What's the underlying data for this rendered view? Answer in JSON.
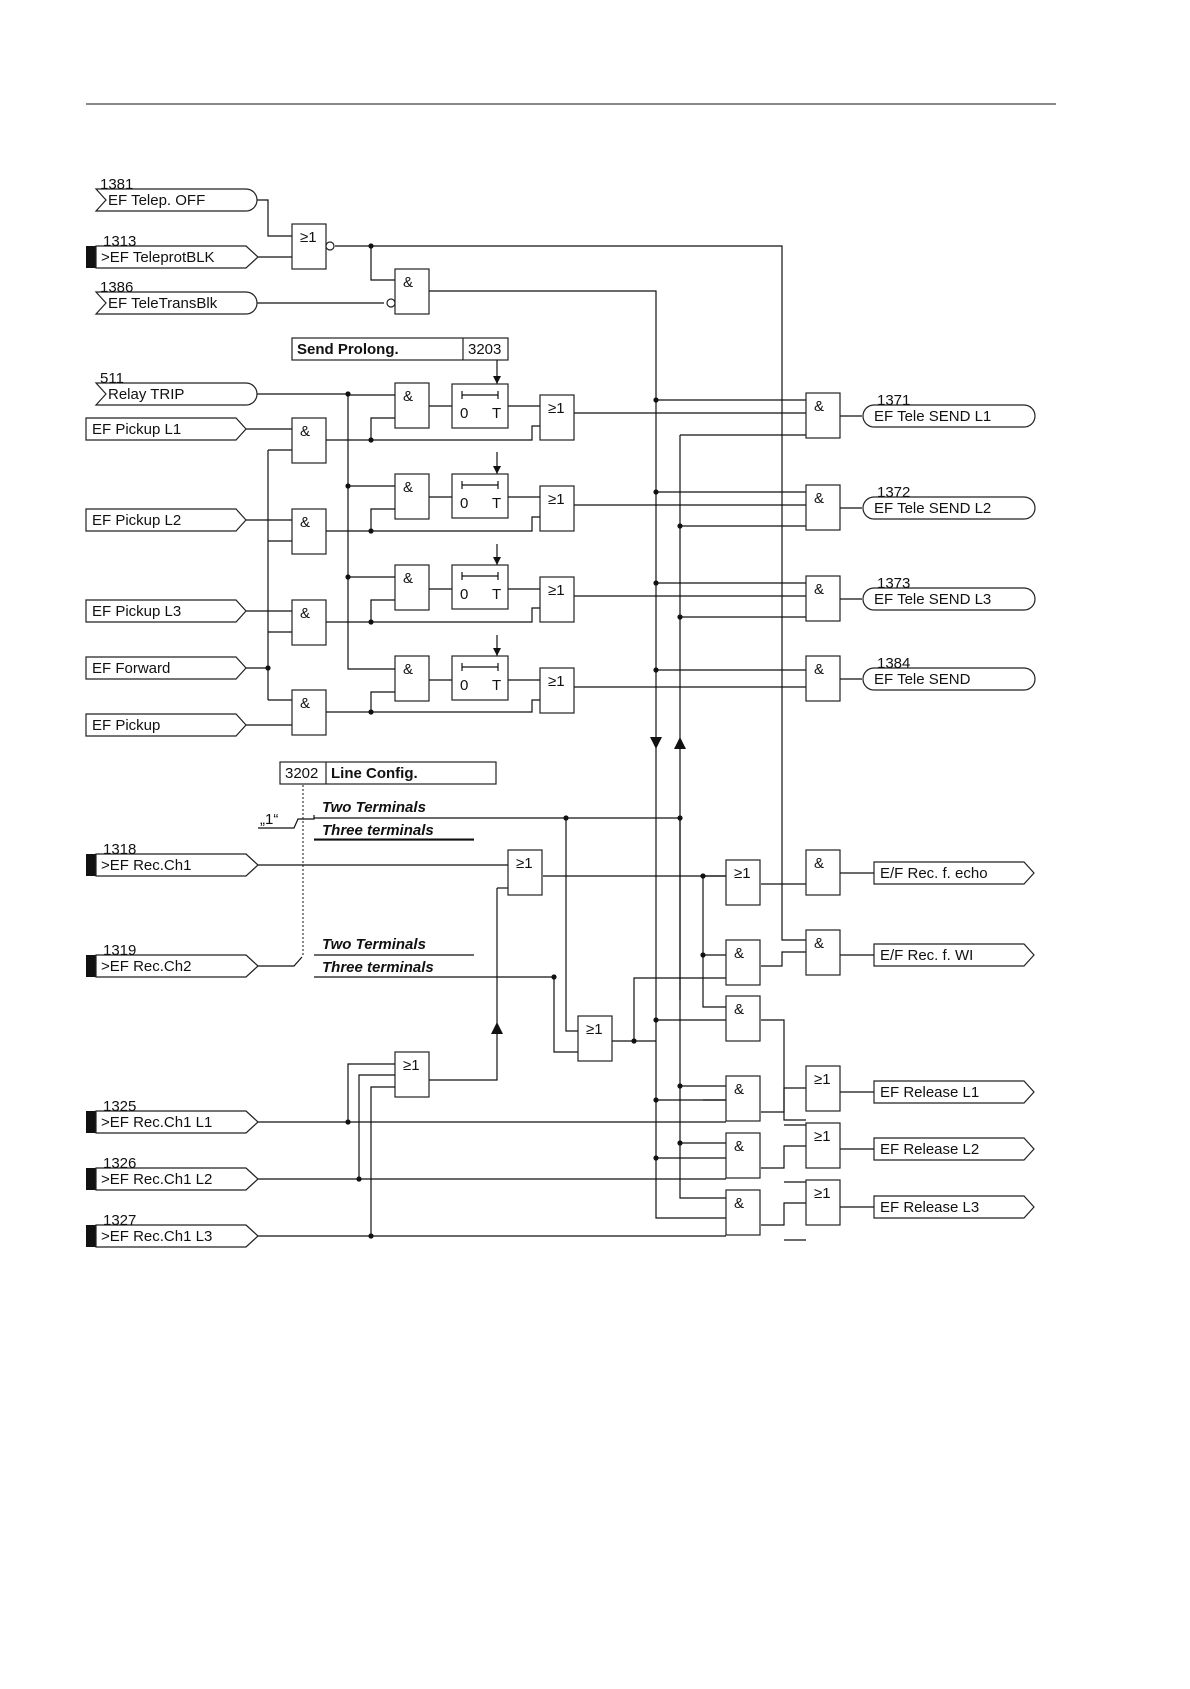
{
  "inputs": [
    {
      "id": "in-1381",
      "number": "1381",
      "label": "EF Telep. OFF",
      "kind": "round"
    },
    {
      "id": "in-1313",
      "number": "1313",
      "label": ">EF TeleprotBLK",
      "kind": "block"
    },
    {
      "id": "in-1386",
      "number": "1386",
      "label": "EF TeleTransBlk",
      "kind": "round"
    },
    {
      "id": "in-511",
      "number": "511",
      "label": "Relay TRIP",
      "kind": "round"
    },
    {
      "id": "in-pickup-l1",
      "number": "",
      "label": "EF Pickup L1",
      "kind": "plain"
    },
    {
      "id": "in-pickup-l2",
      "number": "",
      "label": "EF Pickup L2",
      "kind": "plain"
    },
    {
      "id": "in-pickup-l3",
      "number": "",
      "label": "EF Pickup L3",
      "kind": "plain"
    },
    {
      "id": "in-forward",
      "number": "",
      "label": "EF Forward",
      "kind": "plain"
    },
    {
      "id": "in-pickup",
      "number": "",
      "label": "EF Pickup",
      "kind": "plain"
    },
    {
      "id": "in-1318",
      "number": "1318",
      "label": ">EF Rec.Ch1",
      "kind": "block"
    },
    {
      "id": "in-1319",
      "number": "1319",
      "label": ">EF Rec.Ch2",
      "kind": "block"
    },
    {
      "id": "in-1325",
      "number": "1325",
      "label": ">EF Rec.Ch1 L1",
      "kind": "block"
    },
    {
      "id": "in-1326",
      "number": "1326",
      "label": ">EF Rec.Ch1 L2",
      "kind": "block"
    },
    {
      "id": "in-1327",
      "number": "1327",
      "label": ">EF Rec.Ch1 L3",
      "kind": "block"
    }
  ],
  "outputs": [
    {
      "id": "out-1371",
      "number": "1371",
      "label": "EF Tele SEND L1",
      "kind": "round"
    },
    {
      "id": "out-1372",
      "number": "1372",
      "label": "EF Tele SEND L2",
      "kind": "round"
    },
    {
      "id": "out-1373",
      "number": "1373",
      "label": "EF Tele SEND L3",
      "kind": "round"
    },
    {
      "id": "out-1384",
      "number": "1384",
      "label": "EF Tele SEND",
      "kind": "round"
    },
    {
      "id": "out-echo",
      "number": "",
      "label": "E/F Rec. f. echo",
      "kind": "plain"
    },
    {
      "id": "out-wi",
      "number": "",
      "label": "E/F Rec. f. WI",
      "kind": "plain"
    },
    {
      "id": "out-rel-l1",
      "number": "",
      "label": "EF Release L1",
      "kind": "plain"
    },
    {
      "id": "out-rel-l2",
      "number": "",
      "label": "EF Release L2",
      "kind": "plain"
    },
    {
      "id": "out-rel-l3",
      "number": "",
      "label": "EF Release L3",
      "kind": "plain"
    }
  ],
  "gate_symbols": {
    "and": "&",
    "or": "≥1"
  },
  "timer": {
    "start": "0",
    "end": "T"
  },
  "settings": {
    "send_prolong": {
      "label": "Send Prolong.",
      "address": "3203"
    },
    "line_config": {
      "address": "3202",
      "label": "Line Config."
    }
  },
  "switch": {
    "constant": "„1“",
    "two_terminals": "Two Terminals",
    "three_terminals": "Three terminals"
  }
}
